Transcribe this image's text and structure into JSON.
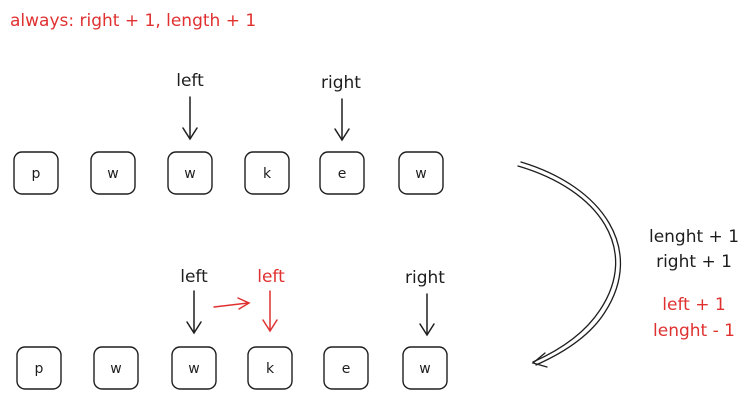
{
  "header": {
    "rule": "always: right + 1, length + 1"
  },
  "arrays": {
    "top": [
      "p",
      "w",
      "w",
      "k",
      "e",
      "w"
    ],
    "bottom": [
      "p",
      "w",
      "w",
      "k",
      "e",
      "w"
    ]
  },
  "pointers": {
    "top_left": "left",
    "top_right": "right",
    "bottom_left": "left",
    "bottom_left_new": "left",
    "bottom_right": "right"
  },
  "notes": {
    "line1": "lenght + 1",
    "line2": "right + 1",
    "line3": "left + 1",
    "line4": "lenght - 1"
  },
  "colors": {
    "ink": "#1e1e1e",
    "accent": "#e03131"
  }
}
